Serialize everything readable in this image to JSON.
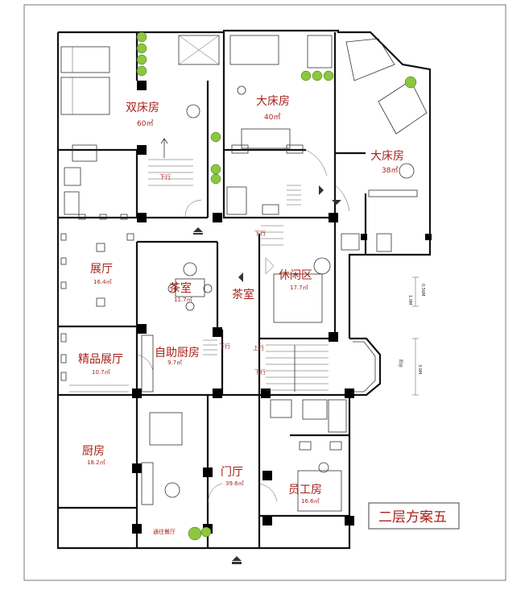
{
  "plan_title": "二层方案五",
  "rooms": {
    "twin_bedroom": {
      "name": "双床房",
      "area": "60㎡"
    },
    "master_bedroom_1": {
      "name": "大床房",
      "area": "40㎡"
    },
    "master_bedroom_2": {
      "name": "大床房",
      "area": "38㎡"
    },
    "exhibition_hall": {
      "name": "展厅",
      "area": "16.4㎡"
    },
    "tea_room": {
      "name": "茶室",
      "area": "11.7㎡"
    },
    "tea_room_corridor": {
      "name": "茶室"
    },
    "lounge": {
      "name": "休闲区",
      "area": "17.7㎡"
    },
    "premium_hall": {
      "name": "精品展厅",
      "area": "10.7㎡"
    },
    "buffet_kitchen": {
      "name": "自助厨房",
      "area": "9.7㎡"
    },
    "kitchen": {
      "name": "厨房",
      "area": "18.2㎡"
    },
    "foyer": {
      "name": "门厅",
      "area": "39.6㎡"
    },
    "staff_room": {
      "name": "员工房",
      "area": "16.6㎡"
    }
  },
  "stair_labels": {
    "down_1": "下行",
    "down_2": "下行",
    "down_3": "下行",
    "up_1": "上行",
    "down_4": "下行",
    "to_restaurant": "通往餐厅"
  },
  "dimensions": {
    "d1": "0.56M",
    "d2": "1.0M",
    "d3": "3.0M",
    "d4": "阳台"
  },
  "colors": {
    "accent": "#a8201a",
    "plant": "#8dc63f",
    "wall": "#111111"
  }
}
